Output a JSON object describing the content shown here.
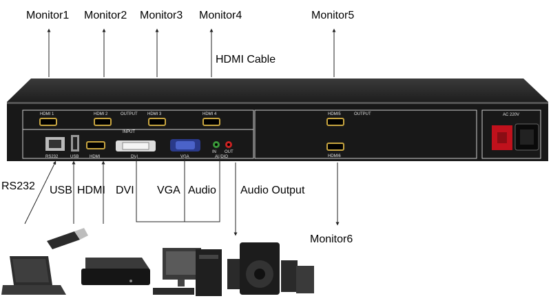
{
  "top_labels": [
    "Monitor1",
    "Monitor2",
    "Monitor3",
    "Monitor4",
    "Monitor5"
  ],
  "cable_label": "HDMI Cable",
  "bottom_labels": {
    "rs232": "RS232",
    "usb": "USB",
    "hdmi": "HDMI",
    "dvi": "DVI",
    "vga": "VGA",
    "audio": "Audio",
    "audio_output": "Audio Output",
    "monitor6": "Monitor6"
  },
  "panel": {
    "ports": {
      "hdmi1": "HDMI 1",
      "hdmi2": "HDMI 2",
      "output": "OUTPUT",
      "hdmi3": "HDMI 3",
      "hdmi4": "HDMI 4",
      "hdmi5": "HDMI5",
      "output2": "OUTPUT",
      "hdmi6": "HDMI6",
      "input": "INPUT",
      "rs232": "RS232",
      "usb": "USB",
      "hdmi_in": "HDMI",
      "dvi": "DVI",
      "vga": "VGA",
      "audio": "AUDIO",
      "in": "IN",
      "out": "OUT",
      "power": "AC 220V"
    }
  },
  "devices": [
    "laptop",
    "usb-drive",
    "set-top-box",
    "desktop-pc",
    "speaker-system"
  ],
  "colors": {
    "device_body": "#2c2c2c",
    "port_gold": "#c9a640",
    "power_red": "#c0111c",
    "panel_gray": "#d9d9d9"
  }
}
